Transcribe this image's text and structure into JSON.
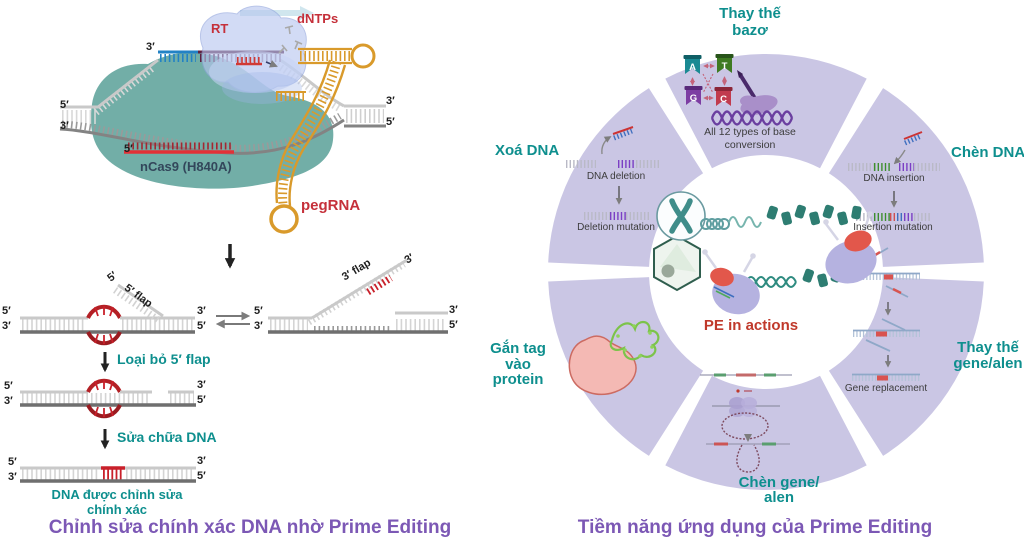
{
  "left": {
    "caption": "Chỉnh sửa chính xác DNA nhờ Prime Editing",
    "rt": "RT",
    "dntps": "dNTPs",
    "ncas9": "nCas9 (H840A)",
    "pegrna": "pegRNA",
    "flap5_label": "5′ flap",
    "flap3_label": "3′ flap",
    "step_remove_flap": "Loại bỏ 5′ flap",
    "step_repair": "Sửa chữa DNA",
    "result_line1": "DNA được chỉnh sửa",
    "result_line2": "chính xác"
  },
  "right": {
    "caption": "Tiềm năng ứng dụng của Prime Editing",
    "center_label": "PE in actions",
    "headings": {
      "base_sub_1": "Thay thế",
      "base_sub_2": "bazơ",
      "delete": "Xoá DNA",
      "insert": "Chèn DNA",
      "tag_1": "Gắn tag",
      "tag_2": "vào",
      "tag_3": "protein",
      "replace_1": "Thay thế",
      "replace_2": "gene/alen",
      "gene_ins_1": "Chèn gene/",
      "gene_ins_2": "alen"
    },
    "labels": {
      "conversion": "All 12 types of base conversion",
      "dna_deletion": "DNA deletion",
      "deletion_mutation": "Deletion mutation",
      "dna_insertion": "DNA insertion",
      "insertion_mutation": "Insertion mutation",
      "gene_replacement": "Gene replacement"
    },
    "bases": [
      {
        "letter": "A",
        "color": "#1a8a93"
      },
      {
        "letter": "T",
        "color": "#3e7a21"
      },
      {
        "letter": "G",
        "color": "#7d3da3"
      },
      {
        "letter": "C",
        "color": "#c13b4e"
      }
    ]
  },
  "sym": {
    "five": "5′",
    "three": "3′"
  },
  "colors": {
    "teal_heading": "#0e8f8e",
    "purple_caption": "#7c58b5",
    "red_label": "#c5303a",
    "wedge_lavender": "#cac6e4",
    "pegrna_orange": "#d99a2b",
    "ncas9_teal": "#66a7a0"
  }
}
